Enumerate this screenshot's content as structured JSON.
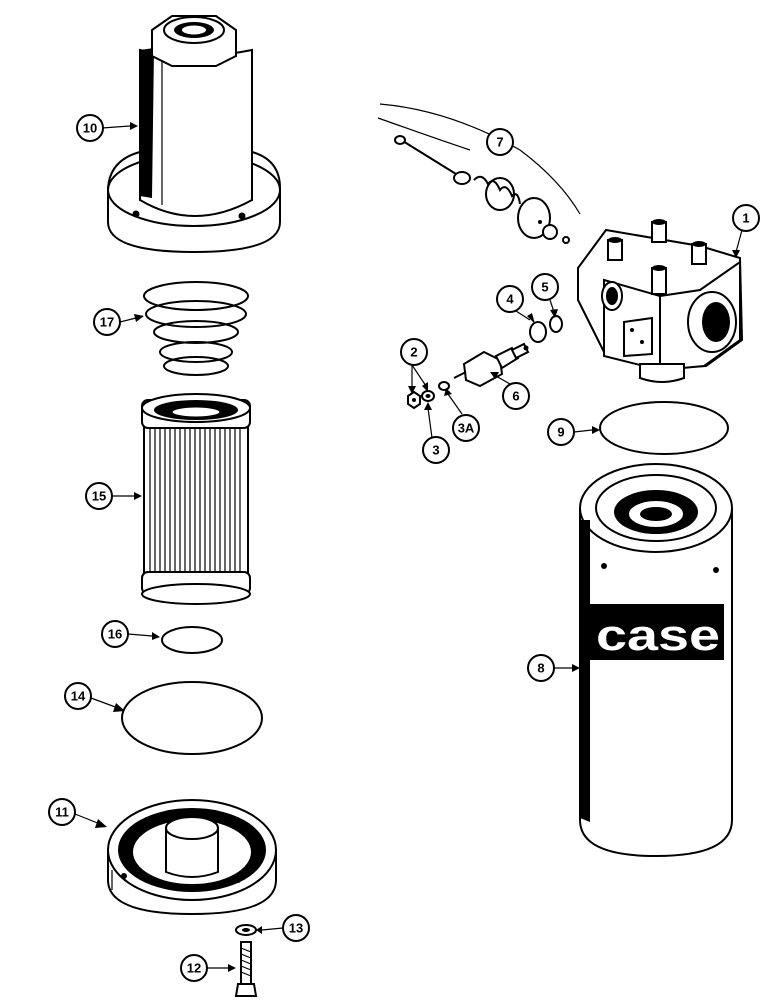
{
  "brand_text": "case",
  "callouts": [
    {
      "id": "c1",
      "label": "1"
    },
    {
      "id": "c2",
      "label": "2"
    },
    {
      "id": "c3",
      "label": "3"
    },
    {
      "id": "c3a",
      "label": "3A"
    },
    {
      "id": "c4",
      "label": "4"
    },
    {
      "id": "c5",
      "label": "5"
    },
    {
      "id": "c6",
      "label": "6"
    },
    {
      "id": "c7",
      "label": "7"
    },
    {
      "id": "c8",
      "label": "8"
    },
    {
      "id": "c9",
      "label": "9"
    },
    {
      "id": "c10",
      "label": "10"
    },
    {
      "id": "c11",
      "label": "11"
    },
    {
      "id": "c12",
      "label": "12"
    },
    {
      "id": "c13",
      "label": "13"
    },
    {
      "id": "c14",
      "label": "14"
    },
    {
      "id": "c15",
      "label": "15"
    },
    {
      "id": "c16",
      "label": "16"
    },
    {
      "id": "c17",
      "label": "17"
    }
  ]
}
